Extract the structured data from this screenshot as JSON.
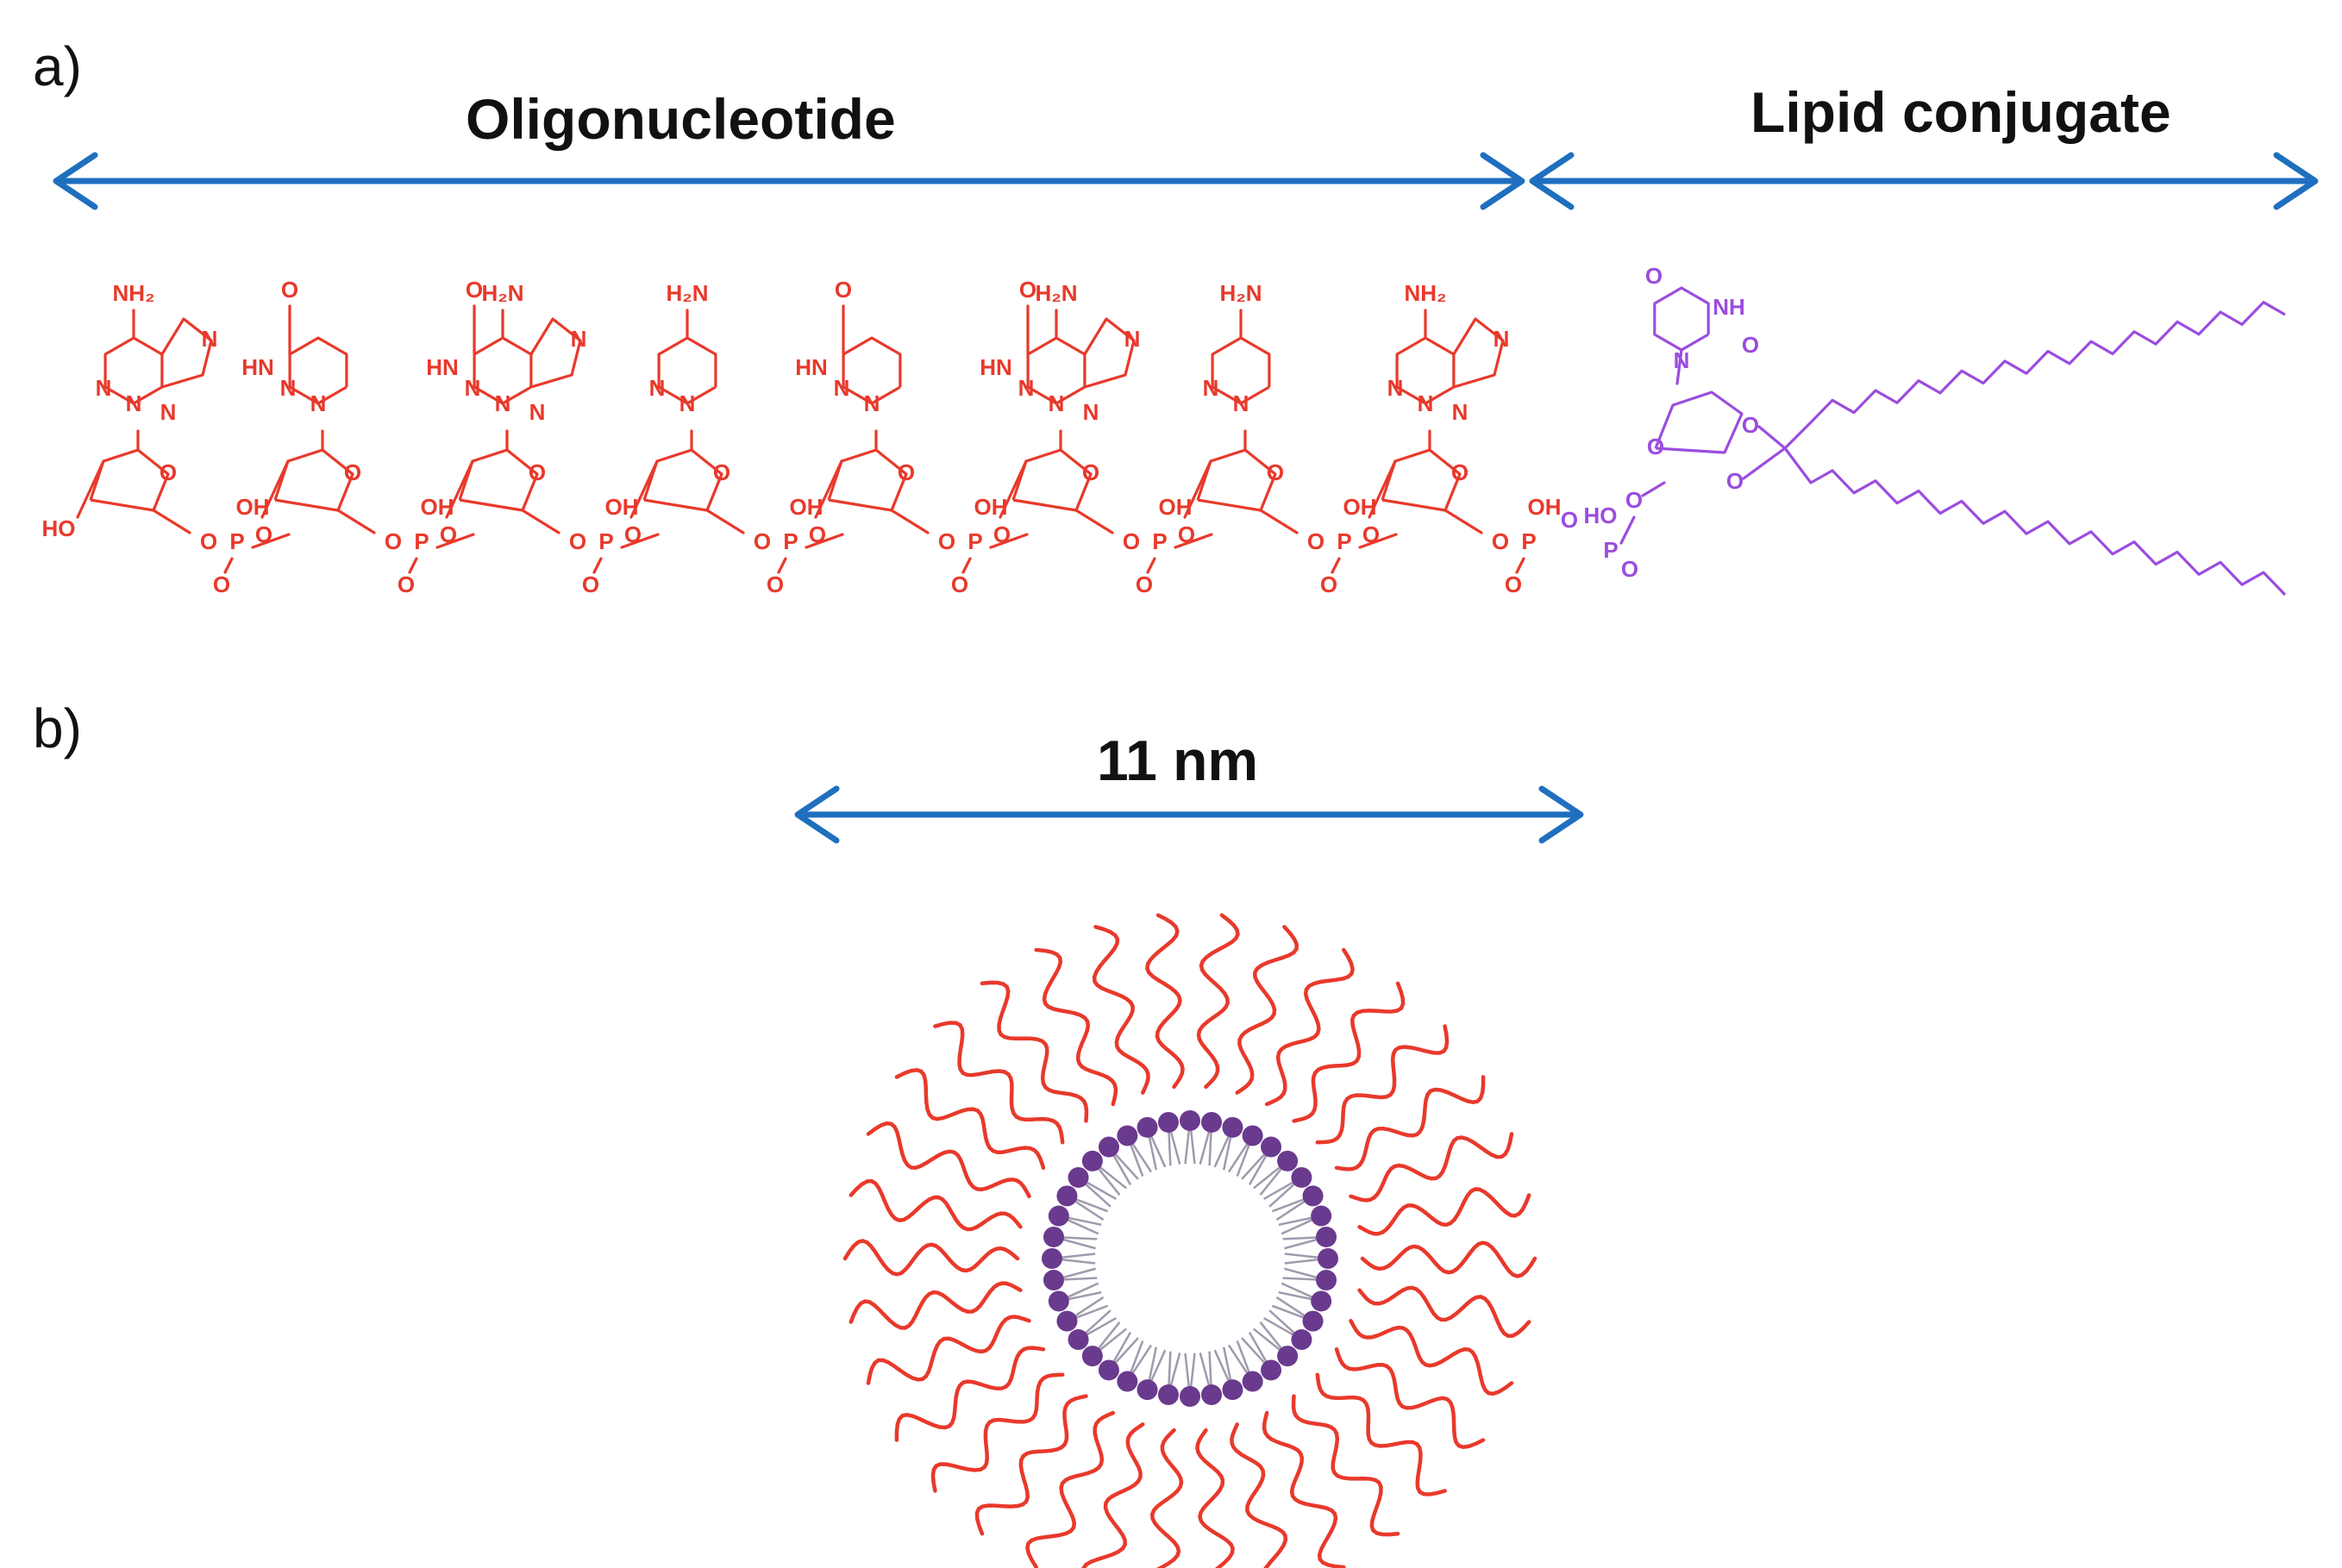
{
  "panel_a": {
    "label": "a)",
    "arrow_left_label": "Oligonucleotide",
    "arrow_right_label": "Lipid conjugate"
  },
  "panel_b": {
    "label": "b)",
    "size_label": "11 nm"
  },
  "colors": {
    "arrow": "#1f6fbf",
    "oligonucleotide": "#e8392b",
    "lipid": "#9b4dde",
    "head_group": "#6a3a8e",
    "tail": "#a09aad",
    "text": "#111111"
  },
  "chemistry": {
    "nucleotides": [
      {
        "base": "A",
        "amine": "NH2"
      },
      {
        "base": "T",
        "carbonyl": "O"
      },
      {
        "base": "G",
        "carbonyl": "O",
        "amine": "H2N"
      },
      {
        "base": "C",
        "amine": "H2N"
      },
      {
        "base": "T",
        "carbonyl": "O"
      },
      {
        "base": "G",
        "carbonyl": "O",
        "amine": "H2N"
      },
      {
        "base": "C",
        "amine": "H2N"
      },
      {
        "base": "A",
        "amine": "NH2"
      }
    ],
    "atom_labels": {
      "hydroxyl": "HO",
      "oh": "OH",
      "o": "O",
      "p": "P",
      "n": "N",
      "nh": "NH",
      "hn": "HN"
    },
    "lipid_labels": {
      "head_o": "O",
      "head_nh": "NH",
      "head_n": "N",
      "ho": "HO",
      "p": "P",
      "o": "O"
    }
  },
  "micelle": {
    "strand_count": 34,
    "head_count": 40
  }
}
